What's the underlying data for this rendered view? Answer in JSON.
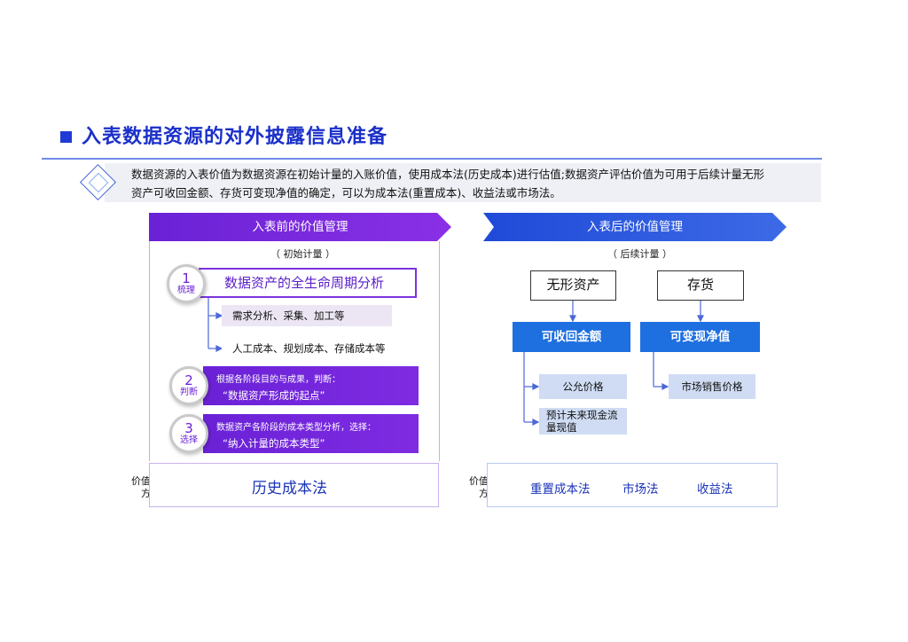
{
  "title": "入表数据资源的对外披露信息准备",
  "intro": {
    "line1": "数据资源的入表价值为数据资源在初始计量的入账价值，使用成本法(历史成本)进行估值;数据资产评估价值为可用于后续计量无形",
    "line2": "资产可收回金额、存货可变现净值的确定，可以为成本法(重置成本)、收益法或市场法。"
  },
  "left": {
    "banner": "入表前的价值管理",
    "subtitle": "（ 初始计量 ）",
    "step1": {
      "num": "1",
      "label": "梳理",
      "text": "数据资产的全生命周期分析",
      "items": [
        "需求分析、采集、加工等",
        "人工成本、规划成本、存储成本等"
      ]
    },
    "step2": {
      "num": "2",
      "label": "判断",
      "line1": "根据各阶段目的与成果，判断：",
      "line2": "“数据资产形成的起点”"
    },
    "step3": {
      "num": "3",
      "label": "选择",
      "line1": "数据资产各阶段的成本类型分析，选择：",
      "line2": "“纳入计量的成本类型”"
    },
    "method_label": [
      "价值评估",
      "方法"
    ],
    "method": "历史成本法"
  },
  "right": {
    "banner": "入表后的价值管理",
    "subtitle": "（ 后续计量 ）",
    "category1": "无形资产",
    "category2": "存货",
    "measure1": "可收回金额",
    "measure2": "可变现净值",
    "basis1": [
      "公允价格",
      "预计未来现金流",
      "量现值"
    ],
    "basis2": "市场销售价格",
    "method_label": [
      "价值评估",
      "方法"
    ],
    "methods": [
      "重置成本法",
      "市场法",
      "收益法"
    ]
  },
  "colors": {
    "title": "#1a2fc9",
    "purple": "#6a22d6",
    "blue": "#1e6fe0",
    "light_blue": "#cfdcf3"
  }
}
